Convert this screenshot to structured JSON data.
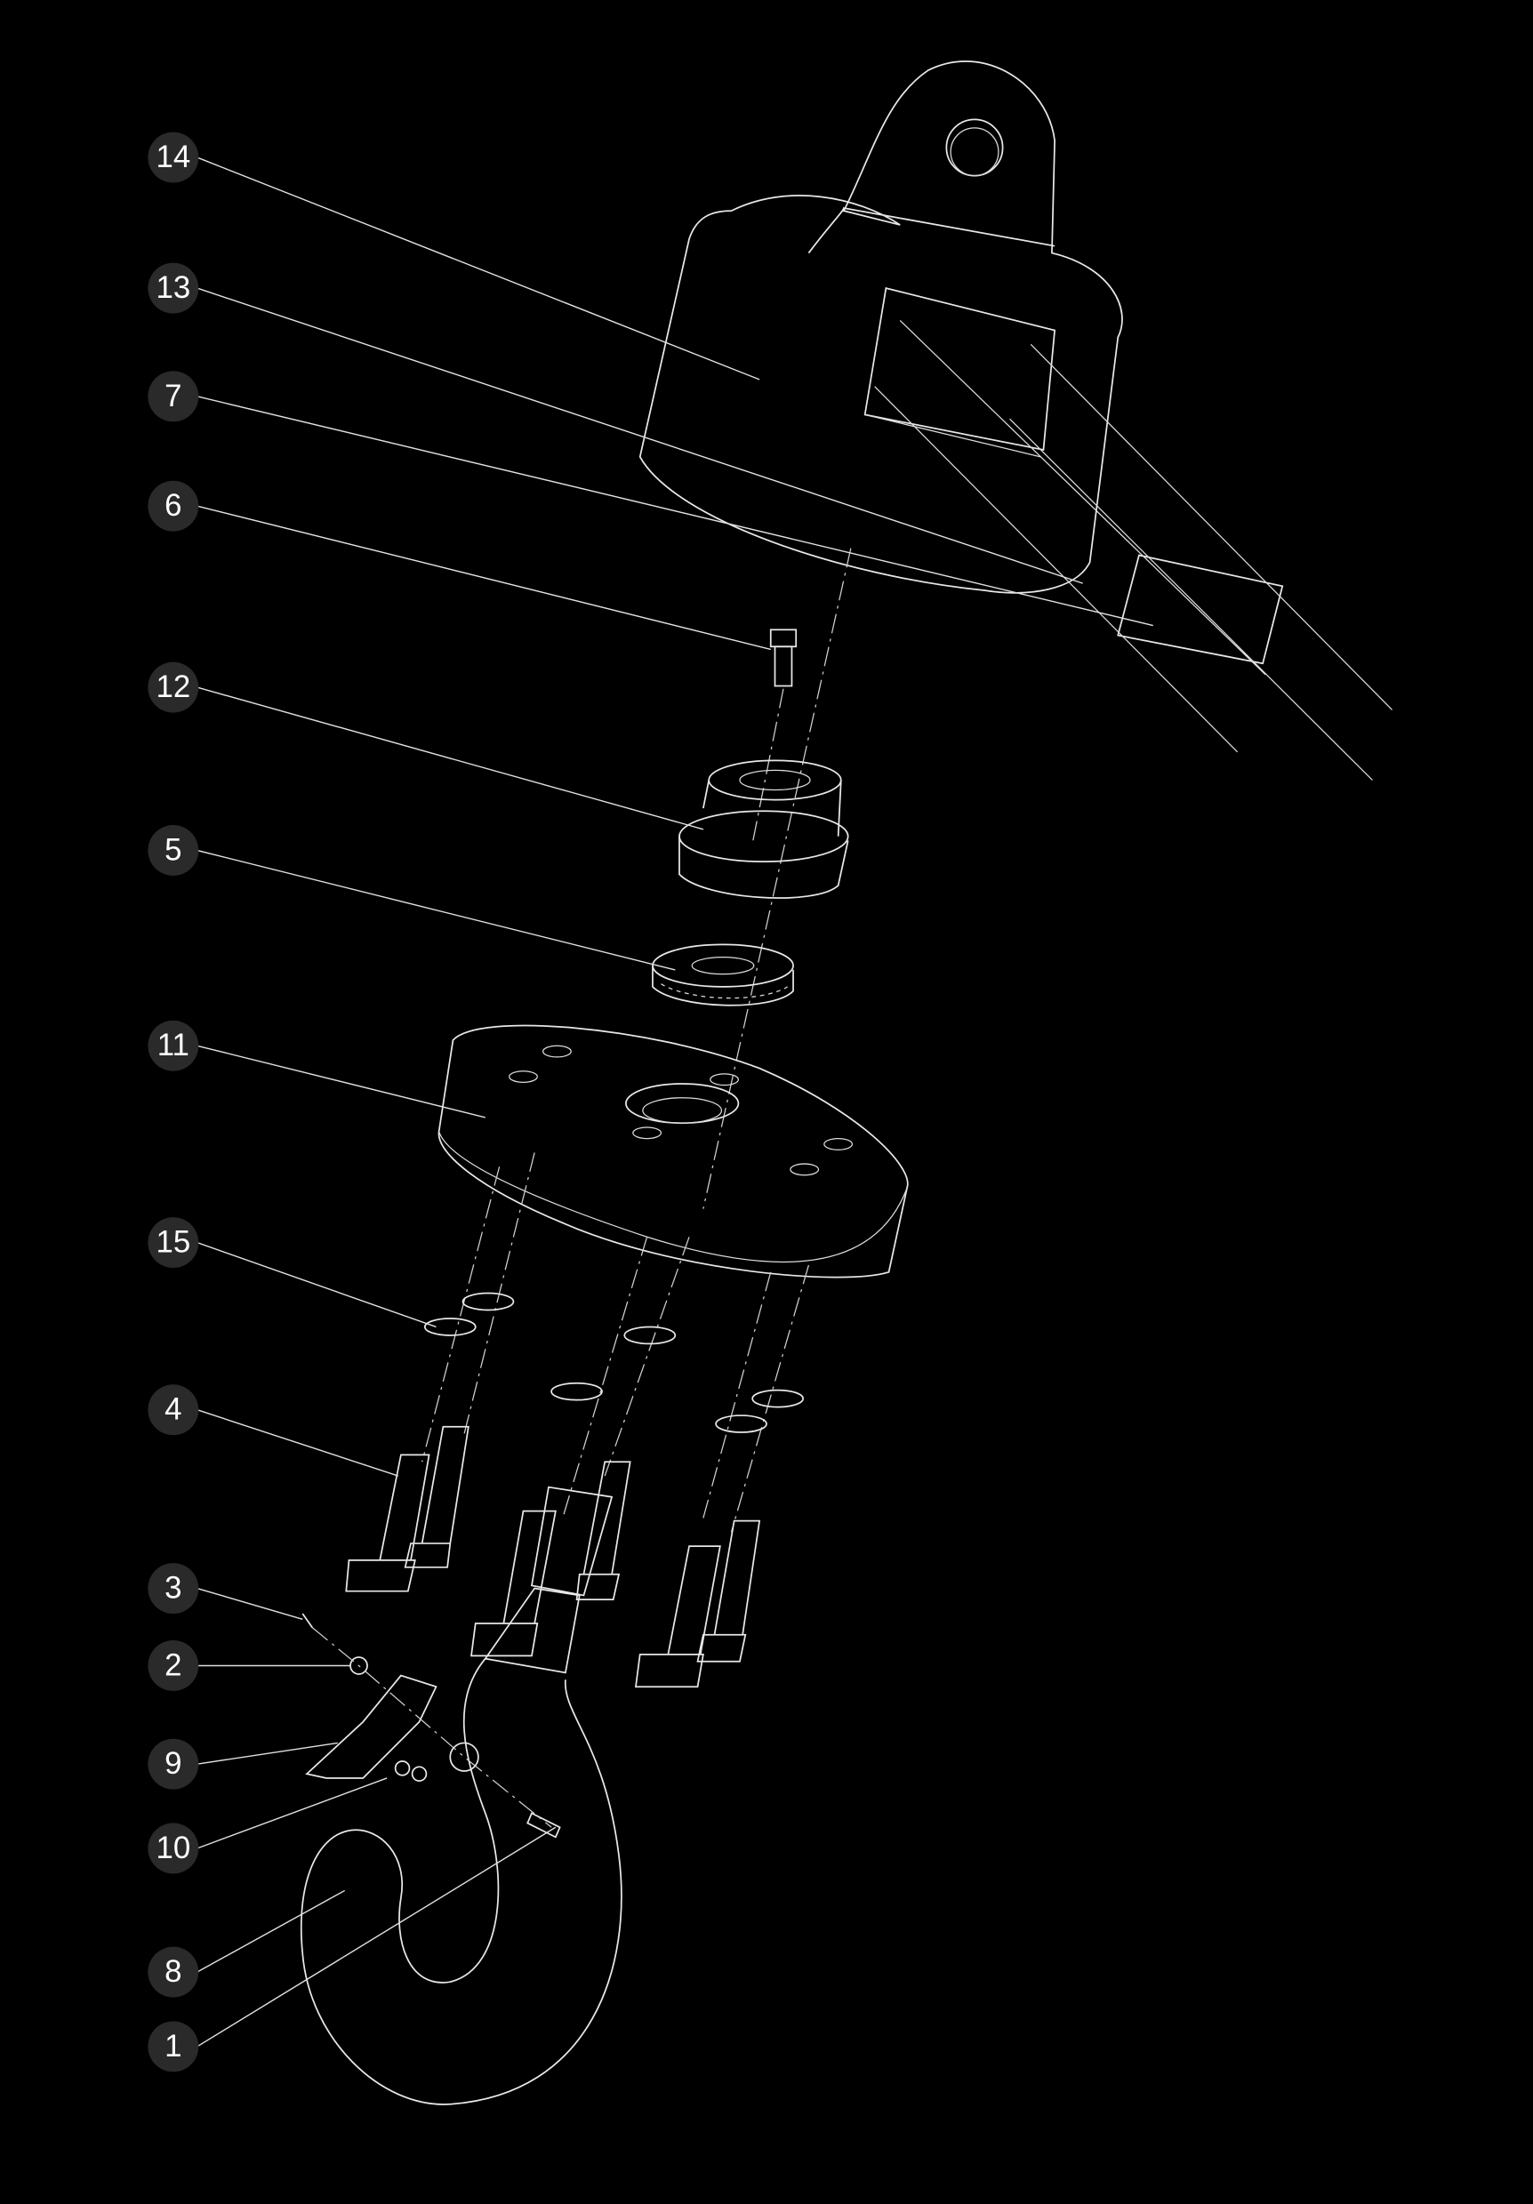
{
  "diagram": {
    "type": "exploded-assembly",
    "colors": {
      "background": "#000000",
      "line": "#e8e8e8",
      "badge": "#2a2a2a",
      "badge_text": "#ffffff"
    },
    "callouts": [
      {
        "id": "14",
        "label": "14"
      },
      {
        "id": "13",
        "label": "13"
      },
      {
        "id": "7",
        "label": "7"
      },
      {
        "id": "6",
        "label": "6"
      },
      {
        "id": "12",
        "label": "12"
      },
      {
        "id": "5",
        "label": "5"
      },
      {
        "id": "11",
        "label": "11"
      },
      {
        "id": "15",
        "label": "15"
      },
      {
        "id": "4",
        "label": "4"
      },
      {
        "id": "3",
        "label": "3"
      },
      {
        "id": "2",
        "label": "2"
      },
      {
        "id": "9",
        "label": "9"
      },
      {
        "id": "10",
        "label": "10"
      },
      {
        "id": "8",
        "label": "8"
      },
      {
        "id": "1",
        "label": "1"
      }
    ]
  }
}
